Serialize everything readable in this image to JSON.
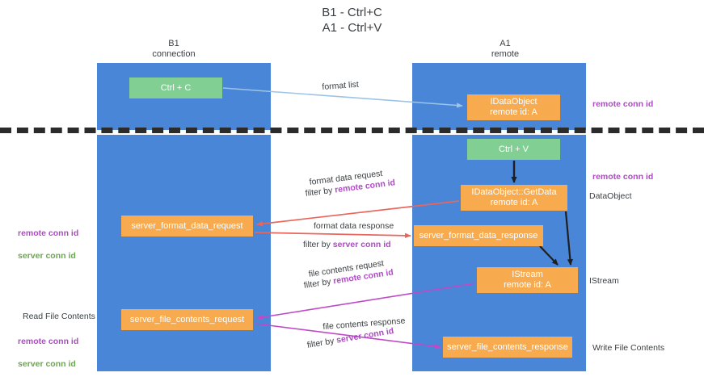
{
  "title": "B1 - Ctrl+C\nA1 - Ctrl+V",
  "columns": {
    "left": "B1\nconnection",
    "right": "A1\nremote"
  },
  "nodes": {
    "ctrl_c": "Ctrl + C",
    "idataobject": "IDataObject\nremote id: A",
    "ctrl_v": "Ctrl + V",
    "getdata": "IDataObject::GetData\nremote id: A",
    "server_format_data_request": "server_format_data_request",
    "server_format_data_response": "server_format_data_response",
    "istream": "IStream\nremote id: A",
    "server_file_contents_request": "server_file_contents_request",
    "server_file_contents_response": "server_file_contents_response"
  },
  "edges": {
    "format_list": "format list",
    "format_data_request": "format data request",
    "format_data_request_filter_prefix": "filter by ",
    "format_data_request_filter_key": "remote conn id",
    "format_data_response": "format data response",
    "format_data_response_filter_prefix": "filter by ",
    "format_data_response_filter_key": "server conn id",
    "file_contents_request": "file contents request",
    "file_contents_request_filter_prefix": "filter by ",
    "file_contents_request_filter_key": "remote conn id",
    "file_contents_response": "file contents response",
    "file_contents_response_filter_prefix": "filter by ",
    "file_contents_response_filter_key": "server conn id"
  },
  "annotations": {
    "remote_conn_id_top": "remote conn id",
    "remote_conn_id_mid": "remote conn id",
    "dataobject": "DataObject",
    "istream": "IStream",
    "write_file_contents": "Write File Contents",
    "read_file_contents": "Read File Contents",
    "left_remote_conn_id": "remote conn id",
    "left_server_conn_id": "server conn id",
    "left_remote_conn_id_2": "remote conn id",
    "left_server_conn_id_2": "server conn id"
  },
  "colors": {
    "lane_blue": "#4a86d8",
    "node_orange": "#f7ab4e",
    "node_green": "#82cf93",
    "accent_purple": "#b048c8",
    "accent_green": "#6aa84f",
    "arrow_red": "#e8665c",
    "arrow_blue": "#9cc3e8",
    "arrow_magenta": "#c049c8",
    "divider_black": "#2b2b2b"
  }
}
